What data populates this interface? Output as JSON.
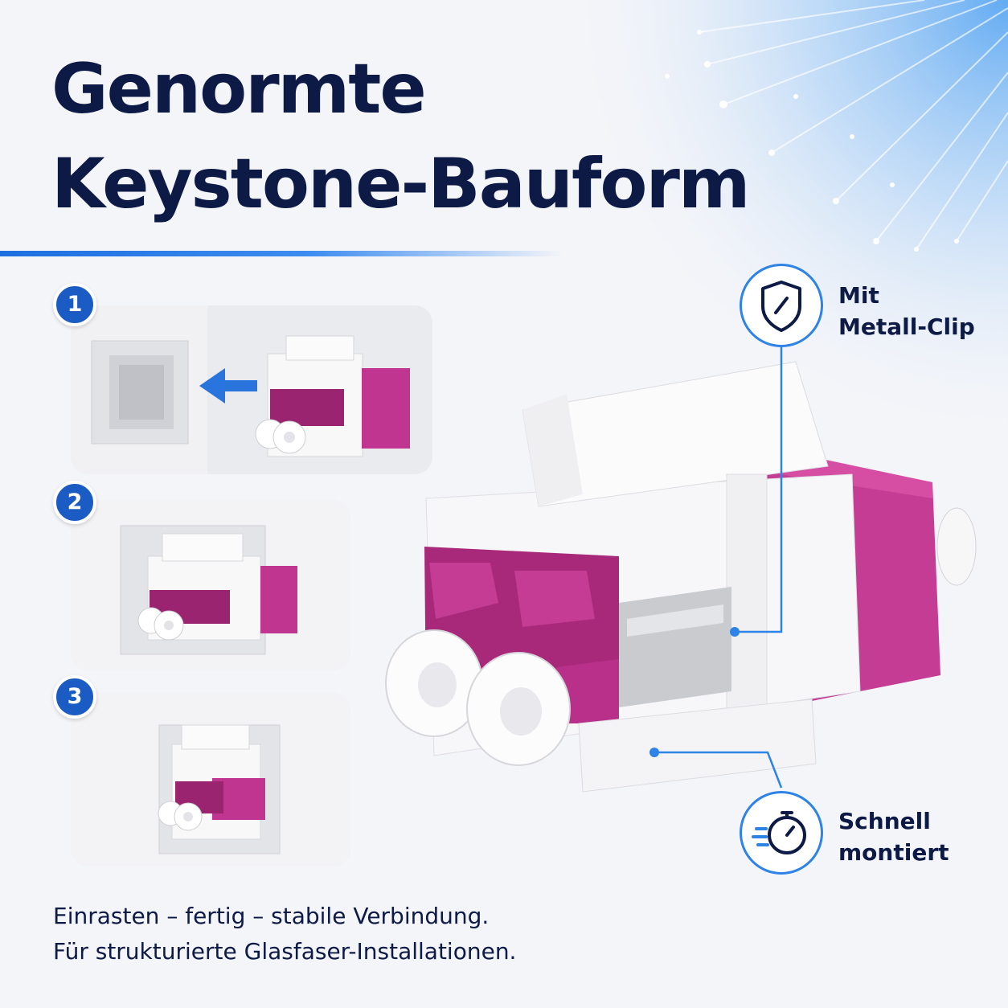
{
  "headline": {
    "line1": "Genormte",
    "line2": "Keystone-Bauform"
  },
  "steps": [
    {
      "number": "1"
    },
    {
      "number": "2"
    },
    {
      "number": "3"
    }
  ],
  "features": {
    "metal_clip": {
      "line1": "Mit",
      "line2": "Metall-Clip",
      "icon": "shield-icon"
    },
    "quick_mount": {
      "line1": "Schnell",
      "line2": "montiert",
      "icon": "stopwatch-icon"
    }
  },
  "caption": {
    "line1": "Einrasten – fertig – stabile Verbindung.",
    "line2": "Für strukturierte Glasfaser-Installationen."
  },
  "colors": {
    "navy": "#0c1a45",
    "accent_blue": "#1b5cc4",
    "line_blue": "#2d83e6",
    "magenta": "#c0358f"
  }
}
